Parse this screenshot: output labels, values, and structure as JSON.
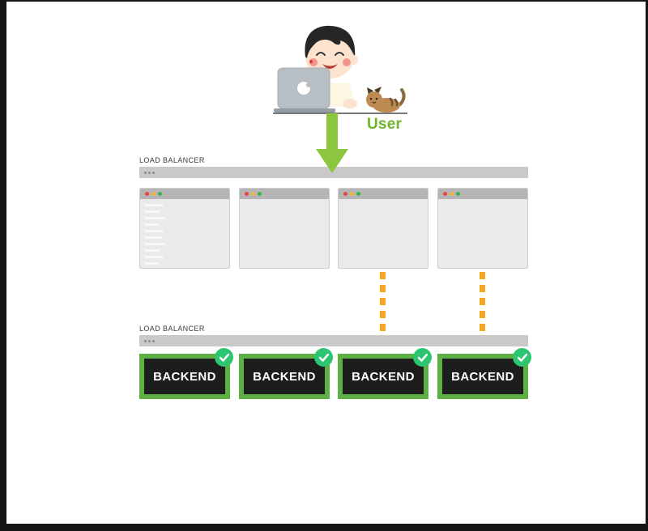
{
  "illustration": {
    "user_label": "User"
  },
  "load_balancer_top": {
    "label": "LOAD BALANCER"
  },
  "load_balancer_bottom": {
    "label": "LOAD BALANCER"
  },
  "browser_windows": [
    {
      "name": "frontend-window-1",
      "has_content_lines": true
    },
    {
      "name": "frontend-window-2",
      "has_content_lines": false
    },
    {
      "name": "frontend-window-3",
      "has_content_lines": false
    },
    {
      "name": "frontend-window-4",
      "has_content_lines": false
    }
  ],
  "backends": [
    {
      "label": "BACKEND",
      "status": "healthy"
    },
    {
      "label": "BACKEND",
      "status": "healthy"
    },
    {
      "label": "BACKEND",
      "status": "healthy"
    },
    {
      "label": "BACKEND",
      "status": "healthy"
    }
  ],
  "icons": {
    "health_check": "check-icon",
    "window_controls": [
      "red-dot",
      "yellow-dot",
      "green-dot"
    ]
  },
  "colors": {
    "canvas": "#ffffff",
    "frame": "#161616",
    "user_label": "#6fb52c",
    "arrow": "#8cc63e",
    "lb_bar": "#c9c9c9",
    "window_titlebar": "#b5b5b5",
    "window_body": "#eaeaea",
    "connector": "#f5a623",
    "backend_border": "#5cb044",
    "backend_background": "#1d1d1b",
    "backend_text": "#ffffff",
    "check_badge": "#2dc572"
  }
}
